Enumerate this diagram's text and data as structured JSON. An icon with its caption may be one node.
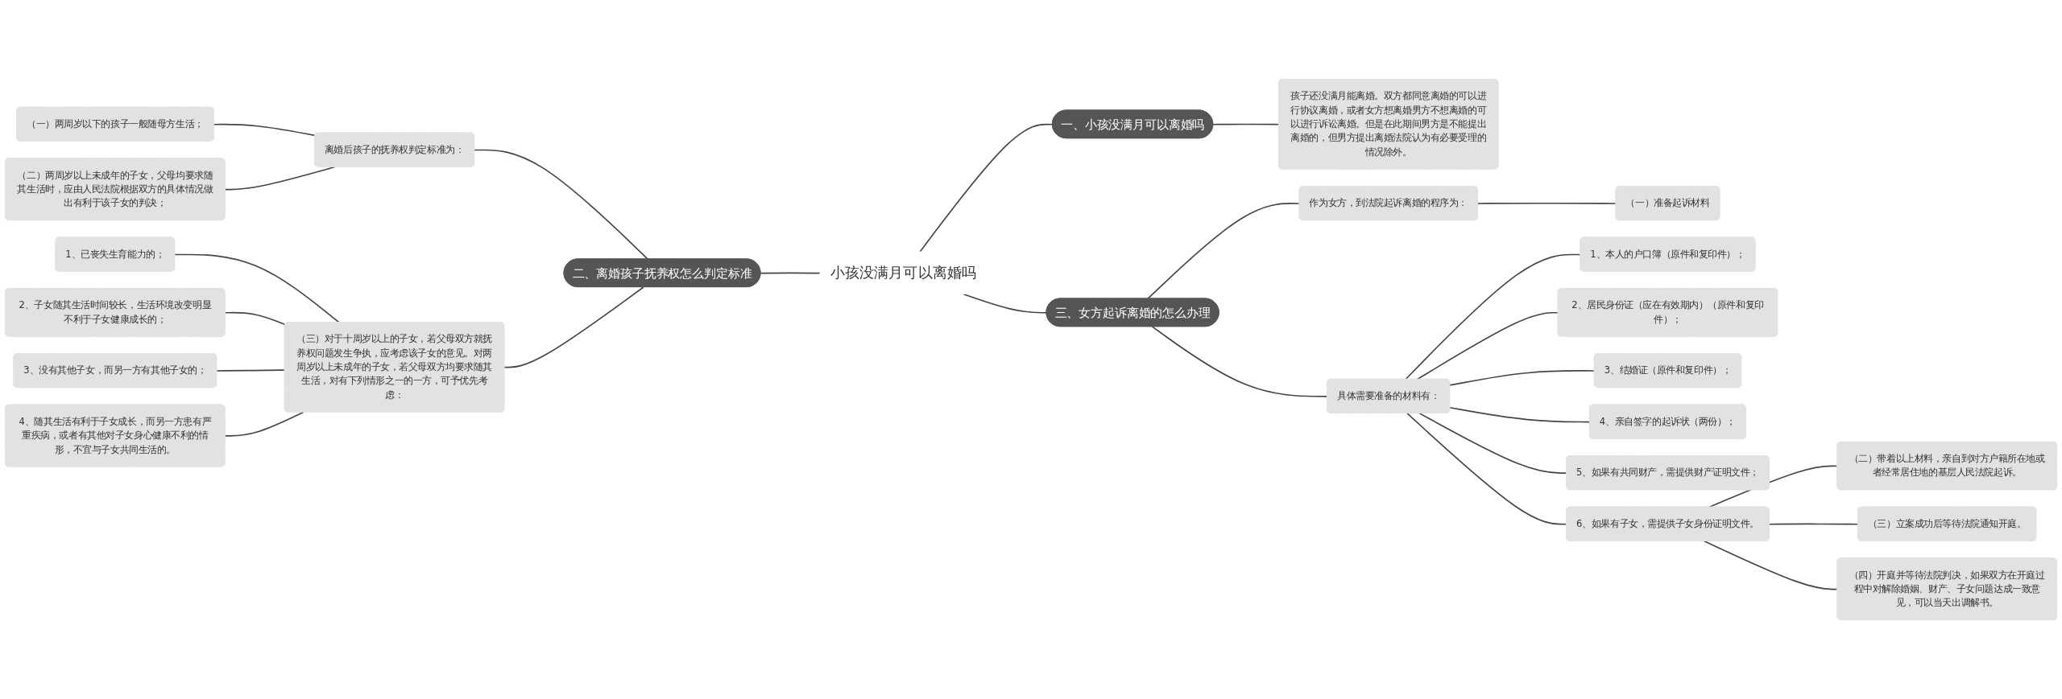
{
  "diagram": {
    "nodes": [
      {
        "text": [
          "小孩没满月可以离婚吗"
        ]
      },
      {
        "text": [
          "一、小孩没满月可以离婚吗"
        ]
      },
      {
        "text": [
          "孩子还没满月能离婚。双方都同意离婚的可以进行协议离婚，或者女方想离婚男方不想离婚的可以进行诉讼离婚。但是在此期间男方是不能提出离婚的，但男方提出离婚法院认为有必要受理的情况除外。"
        ]
      },
      {
        "text": [
          "二、离婚孩子抚养权怎么判定标准"
        ]
      },
      {
        "text": [
          "离婚后孩子的抚养权判定标准为："
        ]
      },
      {
        "text": [
          "（一）两周岁以下的孩子一般随母方生活；"
        ]
      },
      {
        "text": [
          "（二）两周岁以上未成年的子女，父母均要求随其生活时，应由人民法院根据双方的具体情况做出有利于该子女的判决；"
        ]
      },
      {
        "text": [
          "（三）对于十周岁以上的子女，若父母双方就抚养权问题发生争执，应考虑该子女的意见。对两周岁以上未成年的子女，若父母双方均要求随其生活，对有下列情形之一的一方，可予优先考虑："
        ]
      },
      {
        "text": [
          "1、已丧失生育能力的；"
        ]
      },
      {
        "text": [
          "2、子女随其生活时间较长，生活环境改变明显不利于子女健康成长的；"
        ]
      },
      {
        "text": [
          "3、没有其他子女，而另一方有其他子女的；"
        ]
      },
      {
        "text": [
          "4、随其生活有利于子女成长，而另一方患有严重疾病，或者有其他对子女身心健康不利的情形，不宜与子女共同生活的。"
        ]
      },
      {
        "text": [
          "三、女方起诉离婚的怎么办理"
        ]
      },
      {
        "text": [
          "作为女方，到法院起诉离婚的程序为："
        ]
      },
      {
        "text": [
          "（一）准备起诉材料"
        ]
      },
      {
        "text": [
          "具体需要准备的材料有："
        ]
      },
      {
        "text": [
          "1、本人的户口簿（原件和复印件）；"
        ]
      },
      {
        "text": [
          "2、居民身份证（应在有效期内）（原件和复印件）；"
        ]
      },
      {
        "text": [
          "3、结婚证（原件和复印件）；"
        ]
      },
      {
        "text": [
          "4、亲自签字的起诉状（两份）；"
        ]
      },
      {
        "text": [
          "5、如果有共同财产，需提供财产证明文件；"
        ]
      },
      {
        "text": [
          "6、如果有子女，需提供子女身份证明文件。"
        ]
      },
      {
        "text": [
          "（二）带着以上材料，亲自到对方户籍所在地或者经常居住地的基层人民法院起诉。"
        ]
      },
      {
        "text": [
          "（三）立案成功后等待法院通知开庭。"
        ]
      },
      {
        "text": [
          "（四）开庭并等待法院判决，如果双方在开庭过程中对解除婚姻、财产、子女问题达成一致意见，可以当天出调解书。"
        ]
      }
    ],
    "edges": [
      {
        "from": 0,
        "to": 1,
        "arrow": "none"
      },
      {
        "from": 1,
        "to": 2,
        "arrow": "none"
      },
      {
        "from": 3,
        "to": 0,
        "arrow": "none"
      },
      {
        "from": 4,
        "to": 3,
        "arrow": "none"
      },
      {
        "from": 5,
        "to": 4,
        "arrow": "none"
      },
      {
        "from": 6,
        "to": 4,
        "arrow": "none"
      },
      {
        "from": 7,
        "to": 3,
        "arrow": "none"
      },
      {
        "from": 8,
        "to": 7,
        "arrow": "none"
      },
      {
        "from": 9,
        "to": 7,
        "arrow": "none"
      },
      {
        "from": 10,
        "to": 7,
        "arrow": "none"
      },
      {
        "from": 11,
        "to": 7,
        "arrow": "none"
      },
      {
        "from": 0,
        "to": 12,
        "arrow": "none"
      },
      {
        "from": 12,
        "to": 13,
        "arrow": "none"
      },
      {
        "from": 13,
        "to": 14,
        "arrow": "none"
      },
      {
        "from": 12,
        "to": 15,
        "arrow": "none"
      },
      {
        "from": 15,
        "to": 16,
        "arrow": "none"
      },
      {
        "from": 15,
        "to": 17,
        "arrow": "none"
      },
      {
        "from": 15,
        "to": 18,
        "arrow": "none"
      },
      {
        "from": 15,
        "to": 19,
        "arrow": "none"
      },
      {
        "from": 15,
        "to": 20,
        "arrow": "none"
      },
      {
        "from": 15,
        "to": 21,
        "arrow": "none"
      },
      {
        "from": 21,
        "to": 22,
        "arrow": "none"
      },
      {
        "from": 21,
        "to": 23,
        "arrow": "none"
      },
      {
        "from": 21,
        "to": 24,
        "arrow": "none"
      }
    ]
  }
}
